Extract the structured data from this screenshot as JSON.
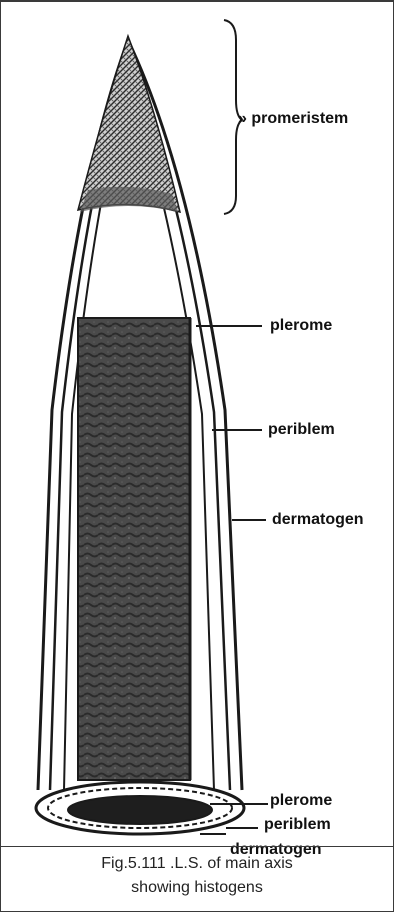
{
  "labels": {
    "promeristem": "» promeristem",
    "plerome_top": "plerome",
    "periblem_top": "periblem",
    "dermatogen_top": "dermatogen",
    "plerome_bottom": "plerome",
    "periblem_bottom": "periblem",
    "dermatogen_bottom": "dermatogen"
  },
  "caption": {
    "line1": "Fig.5.111 .L.S. of main axis",
    "line2": "showing histogens"
  },
  "colors": {
    "ink": "#1a1a1a",
    "tissue_dark": "#3a3a3a",
    "paper": "#ffffff"
  }
}
